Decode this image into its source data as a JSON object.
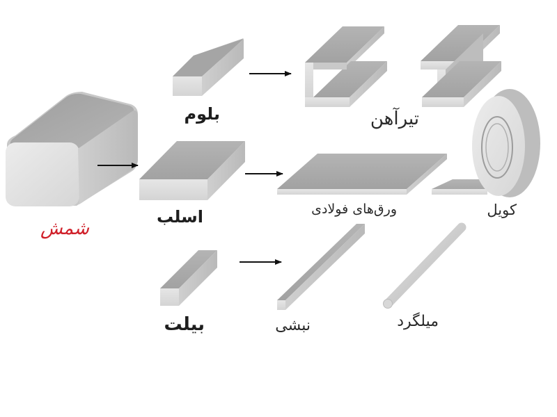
{
  "labels": {
    "ingot": "شمش",
    "bloom": "بلوم",
    "slab": "اسلب",
    "billet": "بیلت",
    "beams": "تیرآهن",
    "steel_sheets": "ورق‌های فولادی",
    "coil": "کویل",
    "angle": "نبشی",
    "rebar": "میلگرد"
  },
  "colors": {
    "ingot_label": "#d0202a",
    "steel_top": "#a9a9a9",
    "steel_front": "#dcdcdc",
    "steel_side": "#c2c2c2",
    "arrow": "#111111"
  }
}
